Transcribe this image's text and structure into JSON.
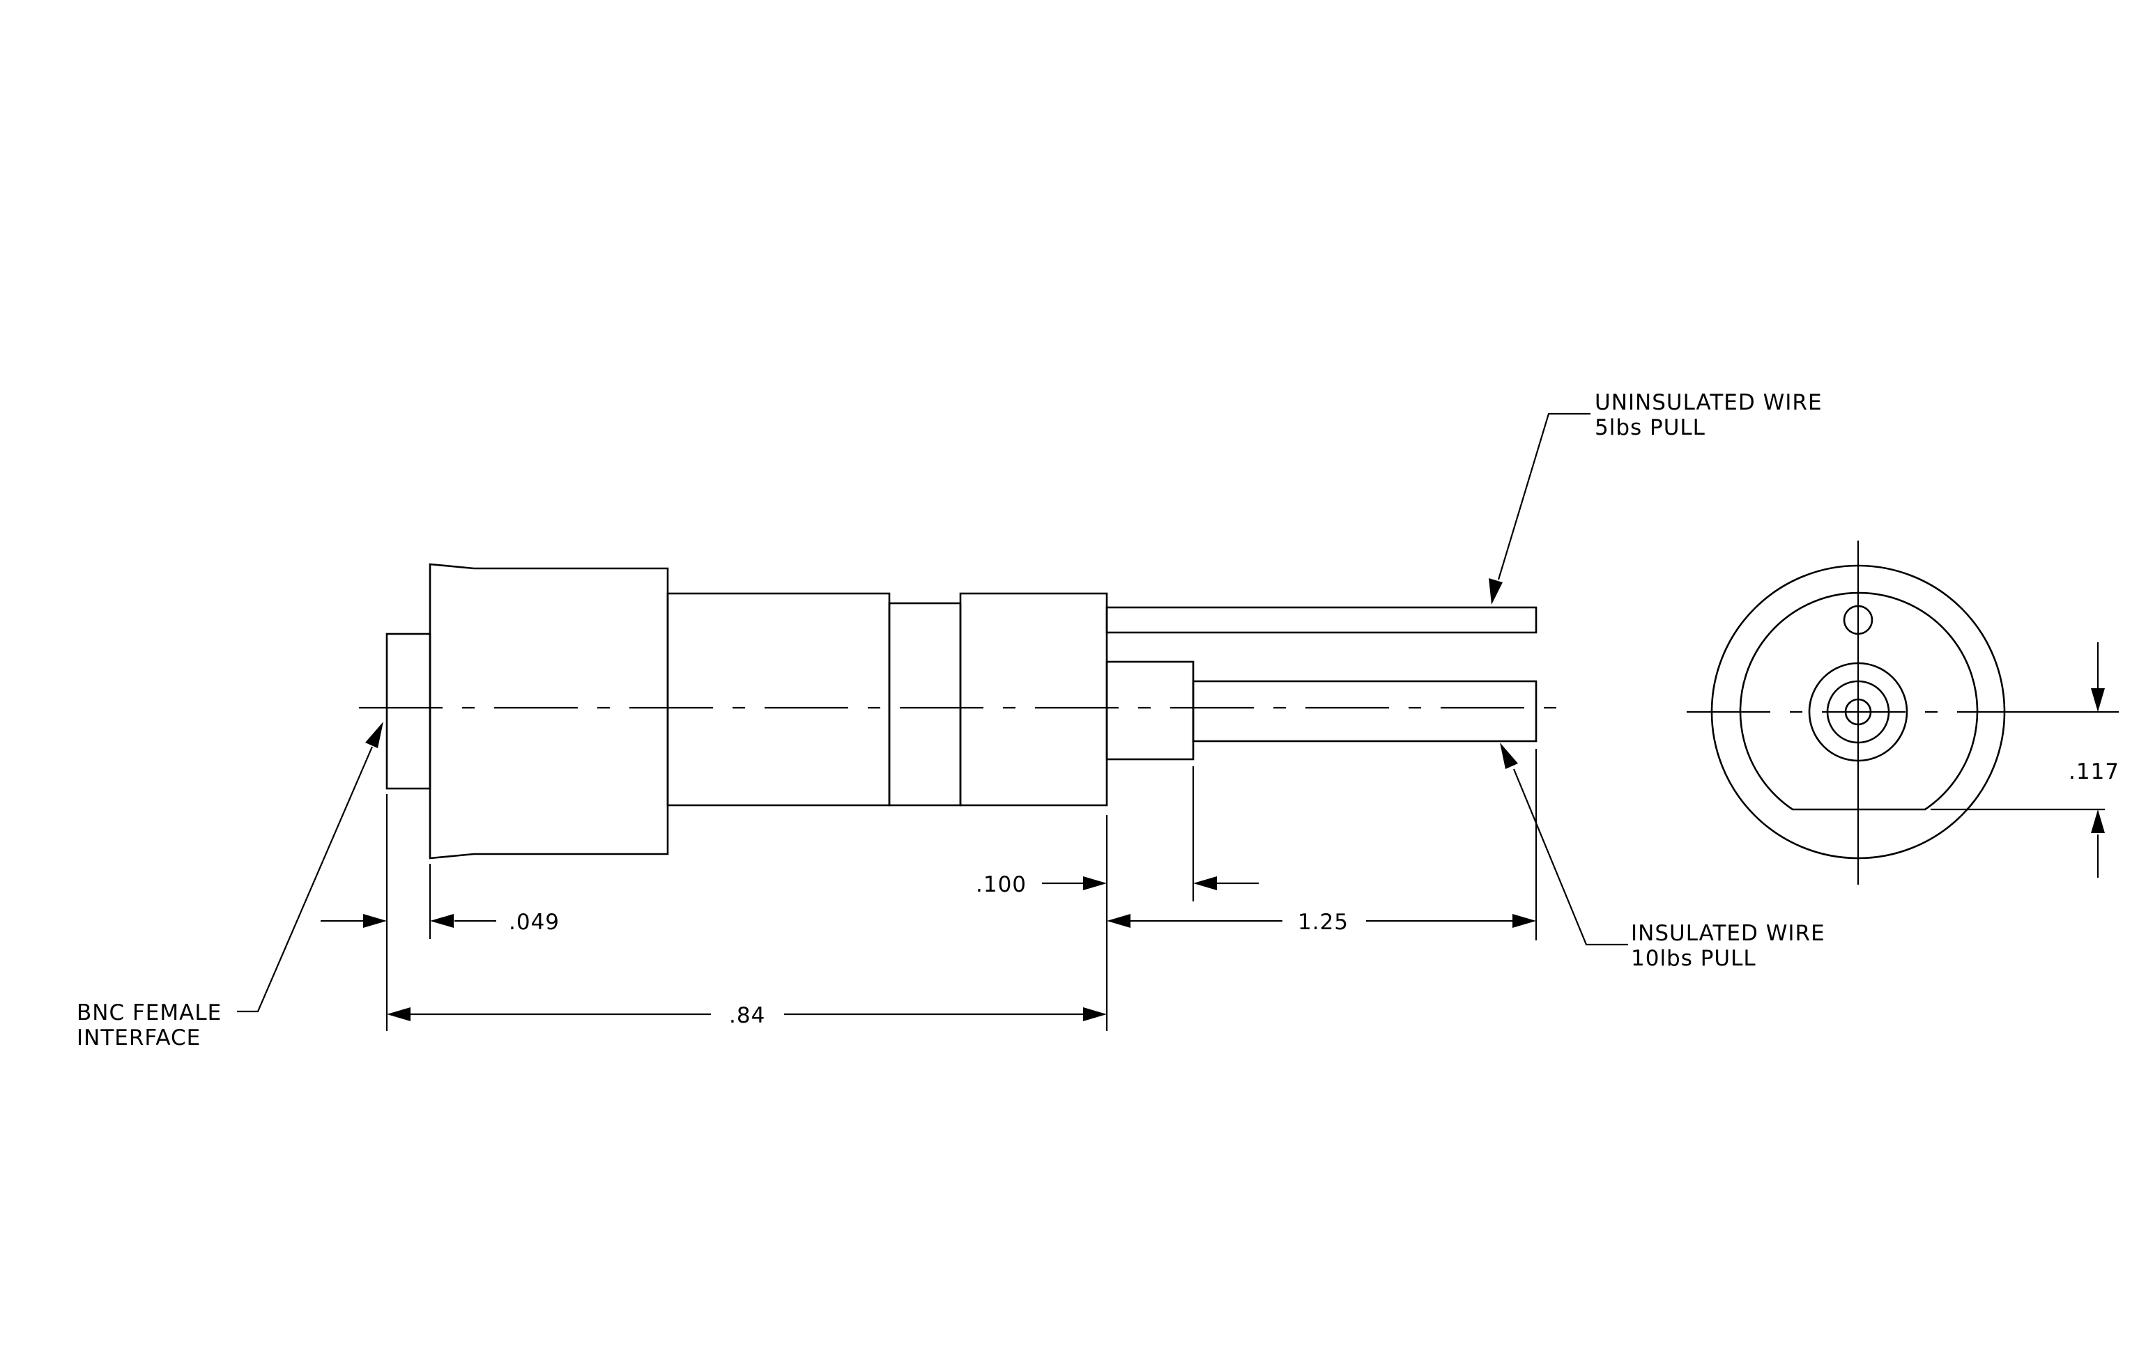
{
  "labels": {
    "uninsulated_line1": "UNINSULATED WIRE",
    "uninsulated_line2": "5lbs PULL",
    "insulated_line1": "INSULATED WIRE",
    "insulated_line2": "10lbs PULL",
    "bnc_line1": "BNC FEMALE",
    "bnc_line2": "INTERFACE"
  },
  "dimensions": {
    "d049": ".049",
    "d100": ".100",
    "d125": "1.25",
    "d84": ".84",
    "d117": ".117"
  },
  "colors": {
    "line": "#000000",
    "background": "#ffffff"
  }
}
